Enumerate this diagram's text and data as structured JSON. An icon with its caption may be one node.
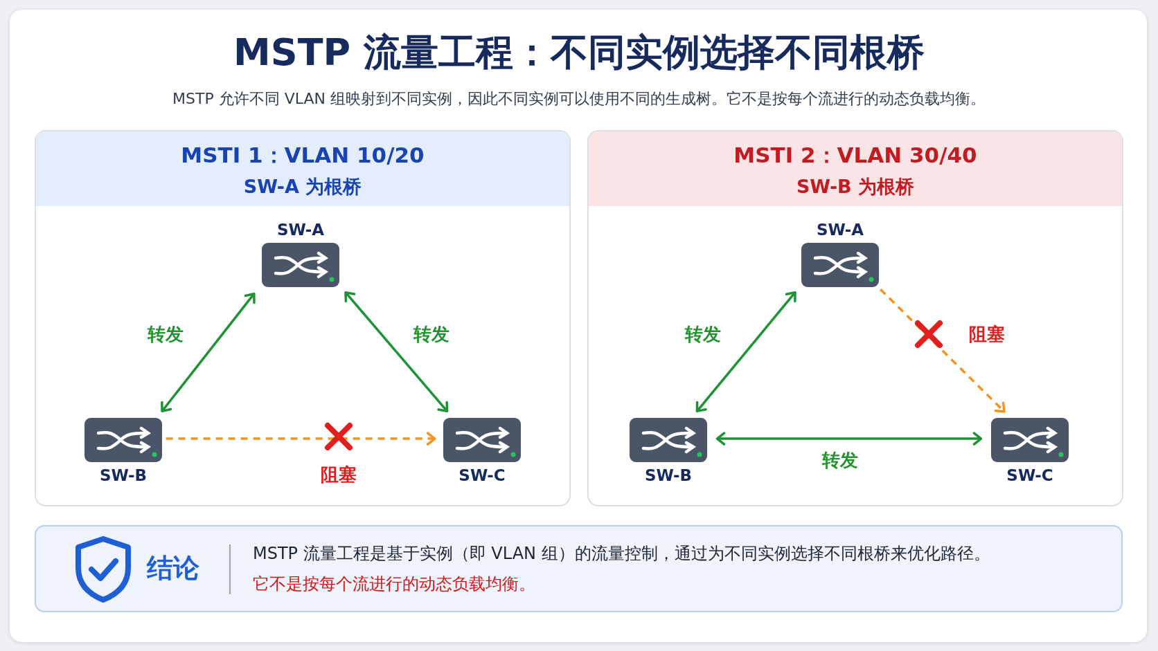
{
  "diagram": {
    "title": "MSTP 流量工程：不同实例选择不同根桥",
    "nodes": [
      {
        "text": [
          "MSTI 1：VLAN 10/20",
          "SW-A 为根桥"
        ]
      },
      {
        "text": [
          "SW-A"
        ],
        "in": 0
      },
      {
        "text": [
          "SW-B"
        ],
        "in": 0
      },
      {
        "text": [
          "SW-C"
        ],
        "in": 0
      },
      {
        "text": [
          "MSTI 2：VLAN 30/40",
          "SW-B 为根桥"
        ]
      },
      {
        "text": [
          "SW-A"
        ],
        "in": 4
      },
      {
        "text": [
          "SW-B"
        ],
        "in": 4
      },
      {
        "text": [
          "SW-C"
        ],
        "in": 4
      },
      {
        "text": [
          "结论",
          "MSTP 流量工程是基于实例（即 VLAN 组）的流量控制，通过为不同实例选择不同根桥来优化路径。",
          "它不是按每个流进行的动态负载均衡。"
        ]
      }
    ],
    "edges": [
      {
        "from": 1,
        "to": 2,
        "arrow": "both",
        "label": "转发"
      },
      {
        "from": 1,
        "to": 3,
        "arrow": "both",
        "label": "转发"
      },
      {
        "from": 2,
        "to": 3,
        "arrow": "to",
        "label": "阻塞",
        "style": "dashed",
        "color": "#f39422"
      },
      {
        "from": 5,
        "to": 6,
        "arrow": "both",
        "label": "转发"
      },
      {
        "from": 5,
        "to": 7,
        "arrow": "to",
        "label": "阻塞",
        "style": "dashed",
        "color": "#f39422"
      },
      {
        "from": 6,
        "to": 7,
        "arrow": "both",
        "label": "转发"
      }
    ],
    "labels": [
      "MSTP 允许不同 VLAN 组映射到不同实例，因此不同实例可以使用不同的生成树。它不是按每个流进行的动态负载均衡。"
    ]
  }
}
